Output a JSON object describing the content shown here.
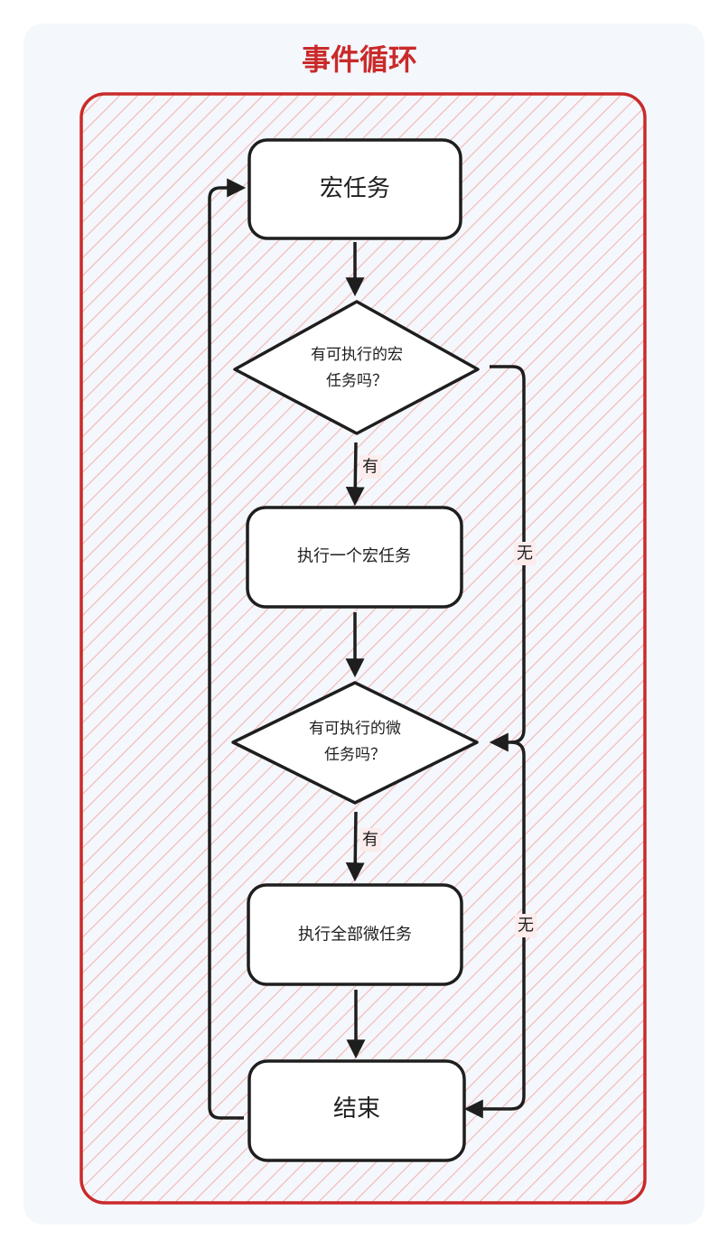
{
  "diagram": {
    "title": "事件循环",
    "nodes": {
      "macro_task": "宏任务",
      "has_macro_line1": "有可执行的宏",
      "has_macro_line2": "任务吗？",
      "run_one_macro": "执行一个宏任务",
      "has_micro_line1": "有可执行的微",
      "has_micro_line2": "任务吗？",
      "run_all_micro": "执行全部微任务",
      "end": "结束"
    },
    "edge_labels": {
      "macro_yes": "有",
      "macro_no": "无",
      "micro_yes": "有",
      "micro_no": "无"
    },
    "colors": {
      "frame": "#c92a2a",
      "title": "#c92a2a",
      "hatch": "#f5b5b5",
      "stroke": "#1e1e1e",
      "card_bg": "#f4f7fb"
    }
  }
}
